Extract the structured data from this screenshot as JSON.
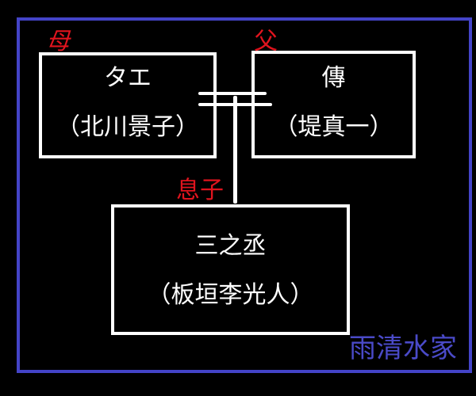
{
  "mother": {
    "role": "母",
    "name": "タエ",
    "actor": "（北川景子）"
  },
  "father": {
    "role": "父",
    "name": "傳",
    "actor": "（堤真一）"
  },
  "son": {
    "role": "息子",
    "name": "三之丞",
    "actor": "（板垣李光人）"
  },
  "watermark": "雨清水家",
  "colors": {
    "frame": "#4444c8",
    "role": "#e0141e",
    "box": "#ffffff",
    "background": "#000000"
  }
}
